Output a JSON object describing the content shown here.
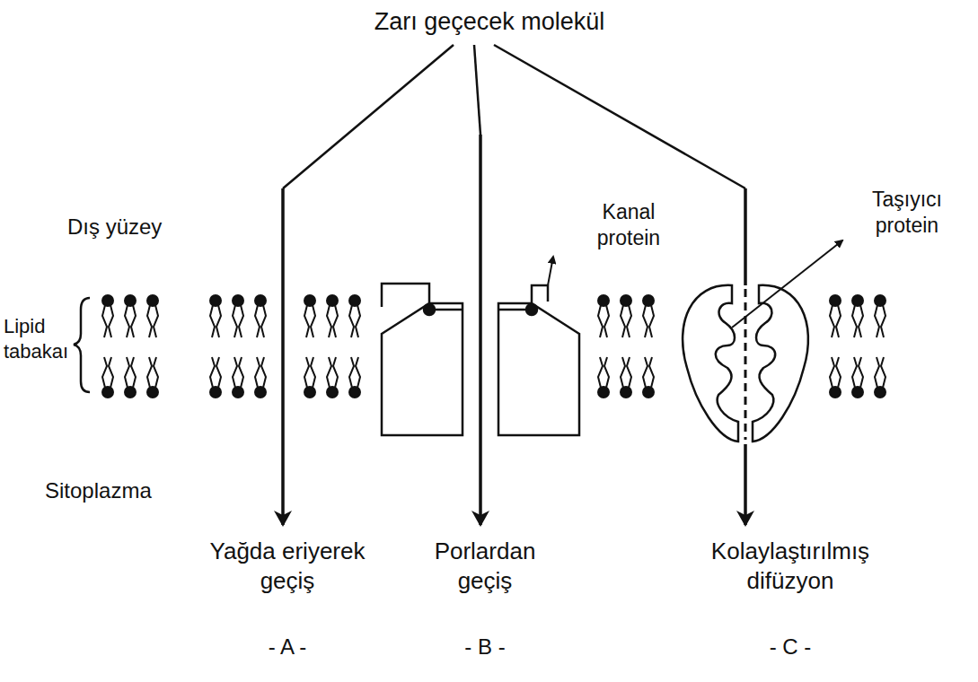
{
  "diagram": {
    "labels": [
      "Zarı geçecek molekül",
      "Dış yüzey",
      "Kanal protein",
      "Taşıyıcı protein",
      "Lipid tabakaı",
      "Sitoplazma",
      "Yağda eriyerek geçiş",
      "Porlardan geçiş",
      "Kolaylaştırılmış difüzyon",
      "- A -",
      "- B -",
      "- C -"
    ]
  }
}
